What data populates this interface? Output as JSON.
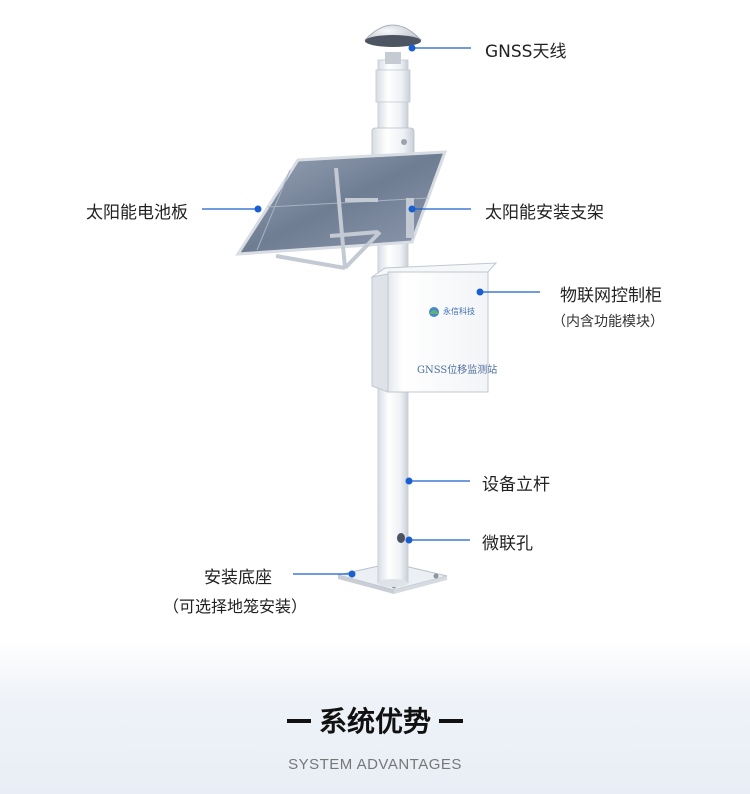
{
  "labels": {
    "gnss": "GNSS天线",
    "solar": "太阳能电池板",
    "bracket": "太阳能安装支架",
    "iot_cabinet": "物联网控制柜",
    "iot_cabinet_note": "（内含功能模块）",
    "pole": "设备立杆",
    "hole": "微联孔",
    "base": "安装底座",
    "base_note": "（可选择地笼安装）"
  },
  "cabinet": {
    "logo_text": "永信科技",
    "name": "GNSS位移监测站"
  },
  "section": {
    "title": "系统优势",
    "subtitle": "SYSTEM ADVANTAGES"
  },
  "colors": {
    "leader": "#1a5fd0",
    "pole": "#f1f3f6",
    "panel": "#7f8da3",
    "text": "#222222"
  }
}
